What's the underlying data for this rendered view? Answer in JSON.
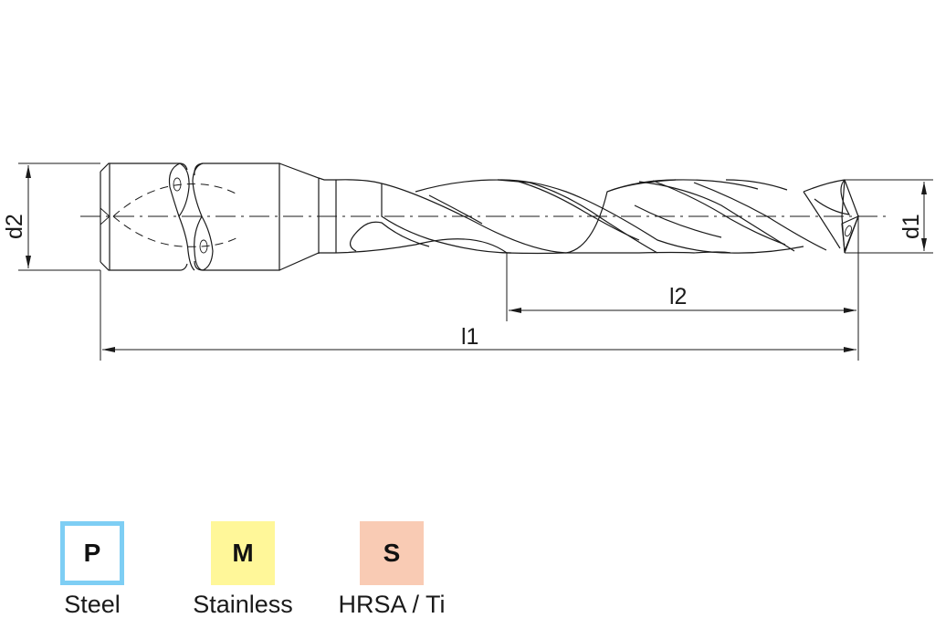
{
  "drawing": {
    "dimensions": {
      "d1": "d1",
      "d2": "d2",
      "l1": "l1",
      "l2": "l2"
    }
  },
  "materials": [
    {
      "code": "P",
      "label": "Steel",
      "color": "#7ecef4",
      "style": "outline"
    },
    {
      "code": "M",
      "label": "Stainless",
      "color": "#fff799",
      "style": "filled"
    },
    {
      "code": "S",
      "label": "HRSA / Ti",
      "color": "#f9cbb4",
      "style": "filled"
    }
  ]
}
